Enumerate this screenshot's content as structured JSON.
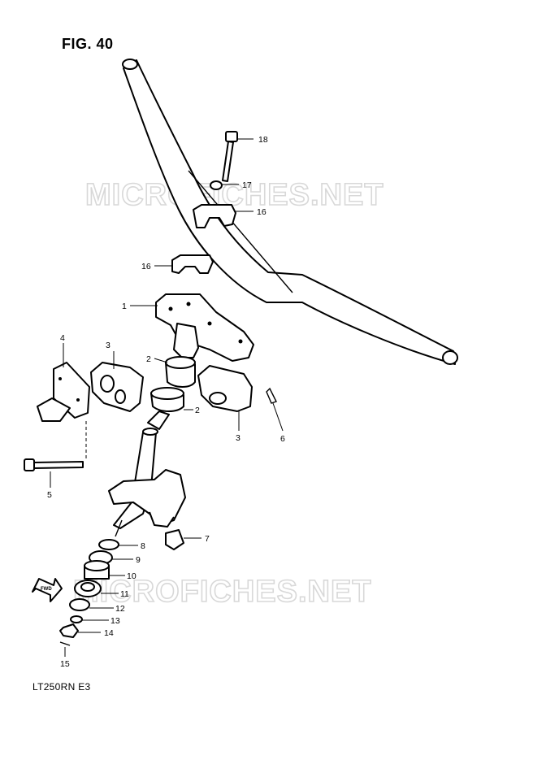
{
  "figure": {
    "title": "FIG. 40",
    "model": "LT250RN E3"
  },
  "watermarks": [
    "MICROFICHES.NET",
    "MICROFICHES.NET"
  ],
  "fwd_label": "FWD",
  "callouts": [
    "1",
    "2",
    "2",
    "3",
    "3",
    "4",
    "5",
    "6",
    "7",
    "8",
    "9",
    "10",
    "11",
    "12",
    "13",
    "14",
    "15",
    "16",
    "16",
    "17",
    "18"
  ]
}
